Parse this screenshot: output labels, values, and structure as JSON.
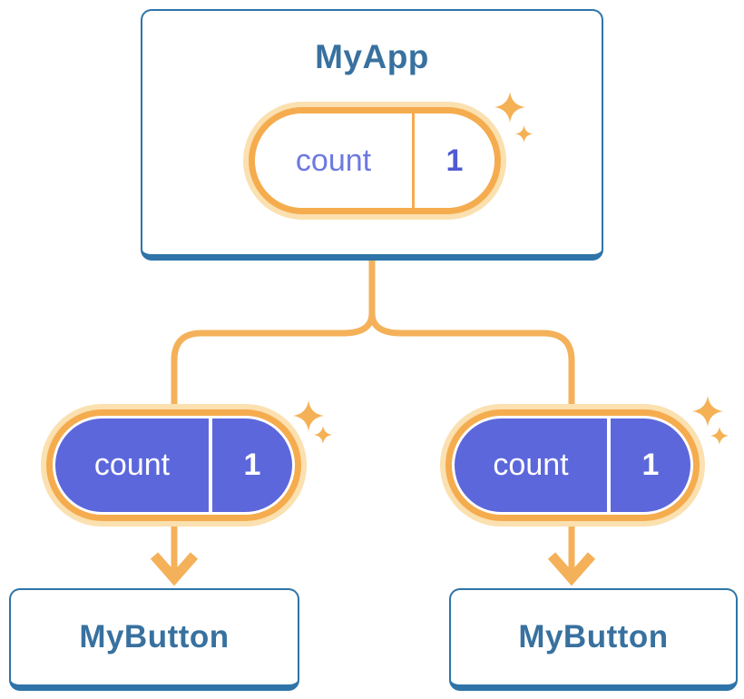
{
  "root_card": {
    "title": "MyApp",
    "state_pill": {
      "label": "count",
      "value": "1"
    }
  },
  "children": [
    {
      "pill": {
        "label": "count",
        "value": "1"
      },
      "card": {
        "title": "MyButton"
      }
    },
    {
      "pill": {
        "label": "count",
        "value": "1"
      },
      "card": {
        "title": "MyButton"
      }
    }
  ],
  "icons": {
    "sparkle": "✦",
    "arrow_down": "↓"
  },
  "colors": {
    "card_border_blue": "#2E74A8",
    "card_text_blue": "#38719F",
    "orange_ring": "#F5AC4E",
    "orange_halo": "#FBE0B0",
    "orange_line": "#F4B159",
    "purple_fill": "#5D67DC",
    "purple_text": "#6D79E0",
    "purple_value": "#5159D4",
    "pill_background": "#FFFFFF",
    "card_background": "#FFFFFF"
  }
}
